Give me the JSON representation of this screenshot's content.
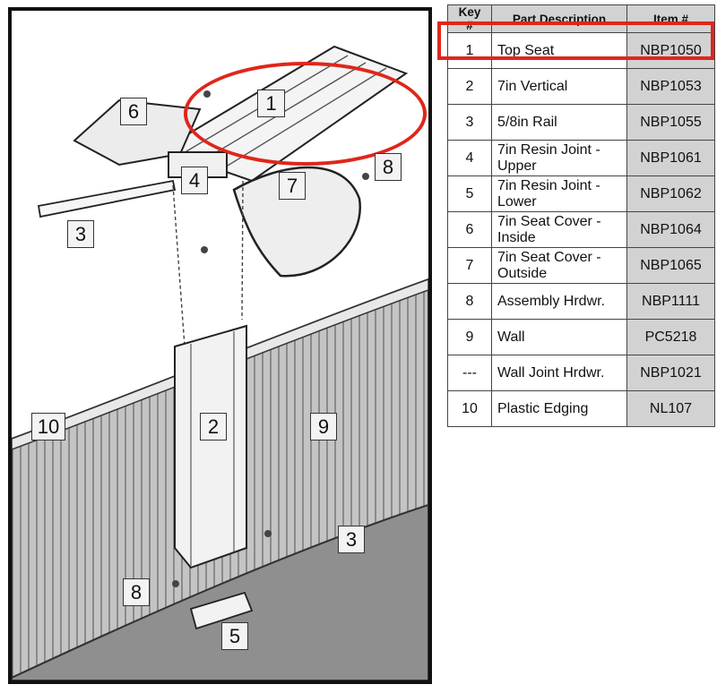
{
  "diagram": {
    "callouts": [
      {
        "label": "1"
      },
      {
        "label": "6"
      },
      {
        "label": "4"
      },
      {
        "label": "7"
      },
      {
        "label": "8"
      },
      {
        "label": "3"
      },
      {
        "label": "10"
      },
      {
        "label": "2"
      },
      {
        "label": "9"
      },
      {
        "label": "3"
      },
      {
        "label": "8"
      },
      {
        "label": "5"
      }
    ],
    "colors": {
      "highlight": "#e0261b",
      "wall": "#b9b9b9",
      "ground": "#8f8f8f"
    }
  },
  "parts_table": {
    "headers": {
      "key": "Key #",
      "description": "Part Description",
      "item": "Item #"
    },
    "rows": [
      {
        "key": "1",
        "description": "Top Seat",
        "item": "NBP1050"
      },
      {
        "key": "2",
        "description": "7in Vertical",
        "item": "NBP1053"
      },
      {
        "key": "3",
        "description": "5/8in Rail",
        "item": "NBP1055"
      },
      {
        "key": "4",
        "description": "7in Resin Joint - Upper",
        "item": "NBP1061"
      },
      {
        "key": "5",
        "description": "7in Resin Joint - Lower",
        "item": "NBP1062"
      },
      {
        "key": "6",
        "description": "7in Seat Cover - Inside",
        "item": "NBP1064"
      },
      {
        "key": "7",
        "description": "7in Seat Cover - Outside",
        "item": "NBP1065"
      },
      {
        "key": "8",
        "description": "Assembly Hrdwr.",
        "item": "NBP1111"
      },
      {
        "key": "9",
        "description": "Wall",
        "item": "PC5218"
      },
      {
        "key": "---",
        "description": "Wall Joint Hrdwr.",
        "item": "NBP1021"
      },
      {
        "key": "10",
        "description": "Plastic Edging",
        "item": "NL107"
      }
    ],
    "highlighted_row": "1"
  }
}
